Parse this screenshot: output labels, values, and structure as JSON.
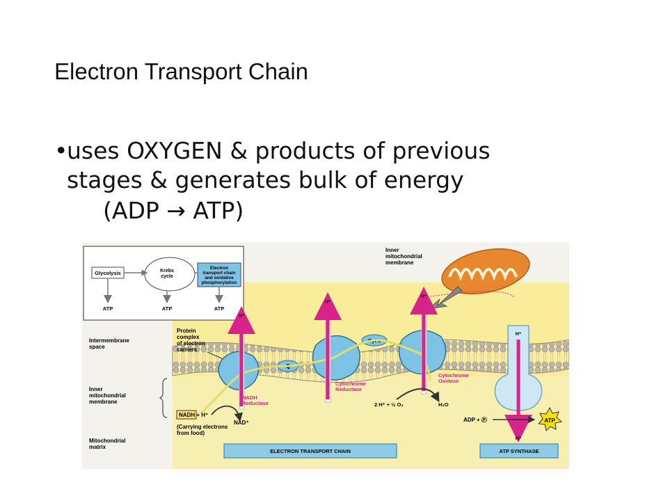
{
  "slide": {
    "title": "Electron Transport Chain",
    "bullet": {
      "line1": "uses OXYGEN & products of previous",
      "line2": "stages & generates bulk of energy",
      "line3": "(ADP → ATP)"
    }
  },
  "diagram": {
    "inset": {
      "glycolysis": "Glycolysis",
      "krebs": [
        "Krebs",
        "cycle"
      ],
      "etc": [
        "Electron",
        "transport chain",
        "and oxidative",
        "phosphorylation"
      ],
      "atp": "ATP"
    },
    "labels": {
      "inner_membrane_callout": [
        "Inner",
        "mitochondrial",
        "membrane"
      ],
      "intermembrane_space": [
        "Intermembrane",
        "space"
      ],
      "inner_membrane": [
        "Inner",
        "mitochondrial",
        "membrane"
      ],
      "matrix": [
        "Mitochondrial",
        "matrix"
      ],
      "protein_complex": [
        "Protein",
        "complex",
        "of electron",
        "carriers"
      ],
      "nadh_reductase": [
        "NADH",
        "Reductase"
      ],
      "cytochrome_reductase": [
        "Cytochrome",
        "Reductase"
      ],
      "cytochrome_oxidase": [
        "Cytochrome",
        "Oxidase"
      ],
      "q": "Q",
      "cyt_c": "Cyt c",
      "h_plus": "H⁺",
      "nadh_eq_a": "NADH",
      "nadh_eq_b": " + H⁺",
      "nad": "NAD⁺",
      "carrying": [
        "(Carrying electrons",
        "from food)"
      ],
      "oxygen_eq": "2 H⁺ + ½ O₂",
      "water": "H₂O",
      "adp_pi": "ADP + Ⓟ",
      "atp": "ATP",
      "etc_bar": "ELECTRON TRANSPORT CHAIN",
      "atp_synthase_bar": "ATP SYNTHASE"
    },
    "colors": {
      "matrix_yellow": "#f7efb0",
      "intermembrane_yellow": "#f9ec9a",
      "protein_blue": "#7cc3e6",
      "proton_pink": "#d8238a",
      "bar_blue": "#8fcbe6",
      "atp_star": "#f5e10d",
      "mito_orange": "#e8882e"
    }
  }
}
